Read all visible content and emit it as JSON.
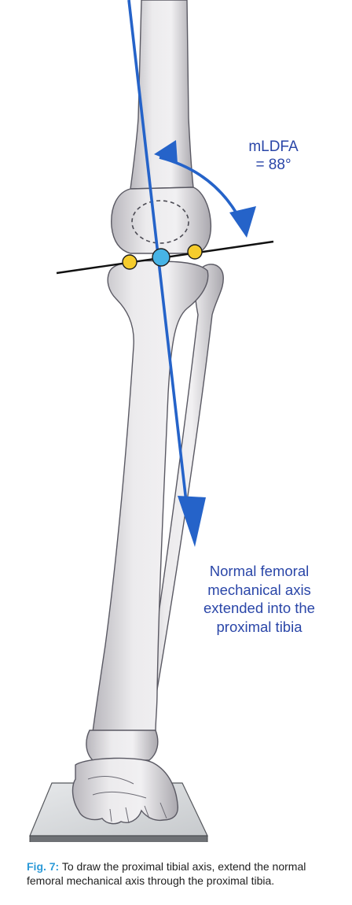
{
  "annotations": {
    "angle_line1": "mLDFA",
    "angle_line2": "= 88°",
    "axis_line1": "Normal femoral",
    "axis_line2": "mechanical axis",
    "axis_line3": "extended into the",
    "axis_line4": "proximal tibia"
  },
  "caption": {
    "label": "Fig. 7:",
    "text": " To draw the proximal tibial axis, extend the normal femoral mechanical axis through the proximal tibia."
  },
  "colors": {
    "axis_blue": "#2563c9",
    "text_blue": "#2a46a8",
    "caption_label": "#2c9ad8",
    "bone": "#e2e1e3",
    "bone_shadow": "#a9a7ad",
    "bone_outline": "#595862",
    "center_point": "#47b4e6",
    "condyle_points": "#f6cc2c",
    "platform": "#d8dadc"
  },
  "icons": {
    "center_marker": "knee-center-point-icon",
    "condyle_markers": "condyle-point-icon"
  }
}
